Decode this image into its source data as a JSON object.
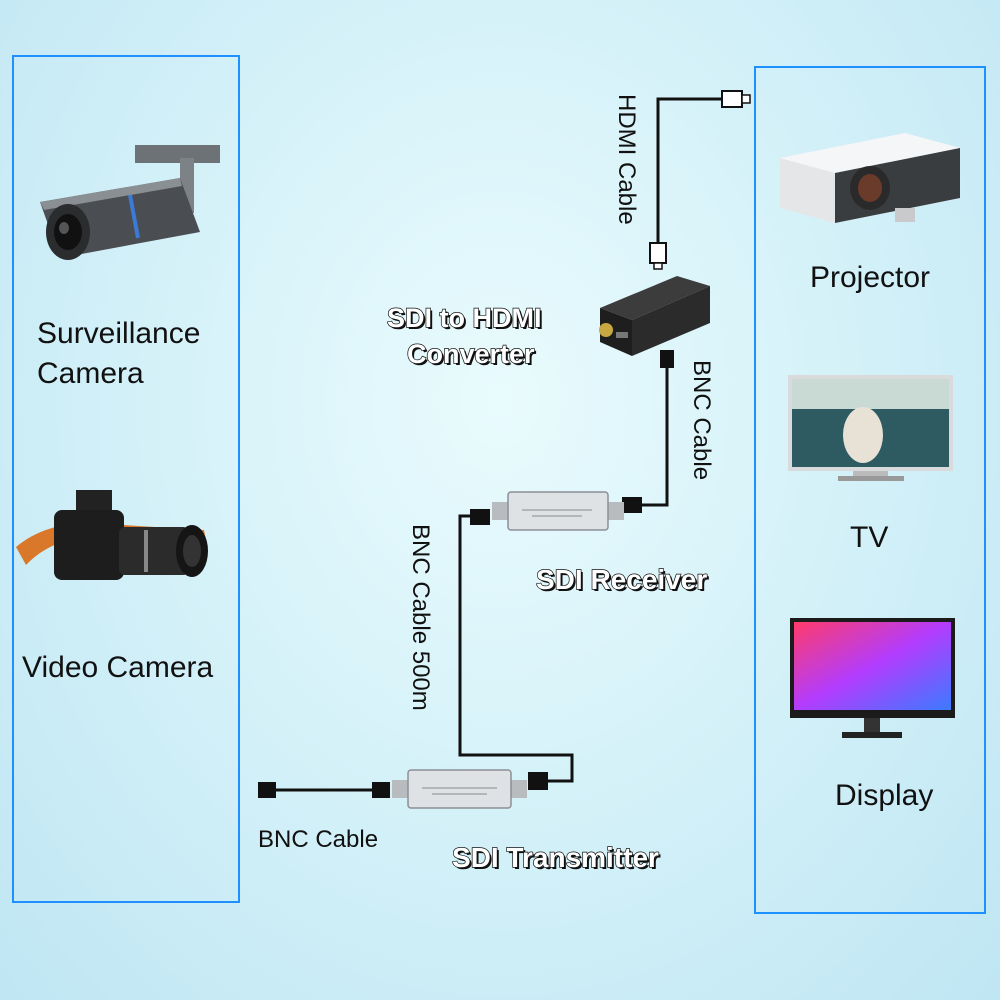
{
  "sources": {
    "surveillance_camera": [
      "Surveillance",
      "Camera"
    ],
    "video_camera": "Video Camera"
  },
  "displays": {
    "projector": "Projector",
    "tv": "TV",
    "display": "Display"
  },
  "devices": {
    "converter": [
      "SDI to HDMI",
      "Converter"
    ],
    "receiver": "SDI Receiver",
    "transmitter": "SDI Transmitter"
  },
  "cables": {
    "hdmi": "HDMI Cable",
    "bnc_short": "BNC Cable",
    "bnc_long": "BNC Cable 500m",
    "bnc_input": "BNC Cable"
  },
  "colors": {
    "panel_border": "#1e90ff",
    "background": "#d6f2f9",
    "cable": "#111111"
  }
}
